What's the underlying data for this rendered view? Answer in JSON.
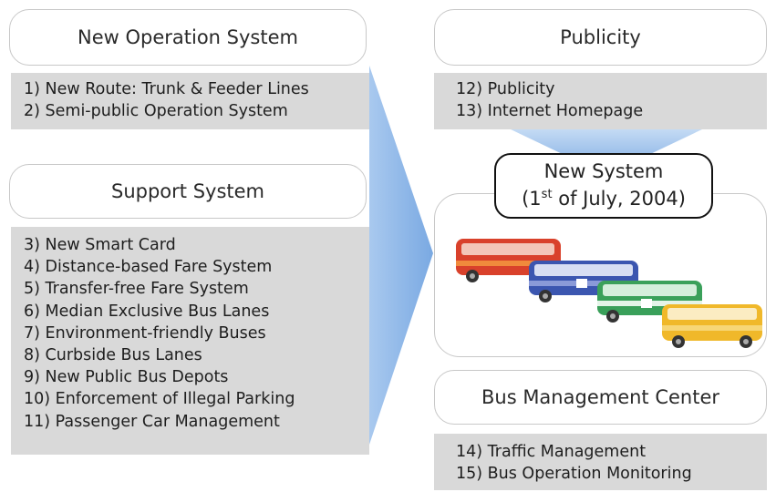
{
  "left": {
    "operation": {
      "title": "New Operation System",
      "items": [
        "1) New Route: Trunk & Feeder Lines",
        "2) Semi-public Operation System"
      ]
    },
    "support": {
      "title": "Support System",
      "items": [
        "3) New Smart Card",
        "4) Distance-based Fare System",
        "5) Transfer-free Fare System",
        "6) Median Exclusive Bus Lanes",
        "7) Environment-friendly Buses",
        "8) Curbside Bus Lanes",
        "9) New Public Bus Depots",
        "10) Enforcement of Illegal Parking",
        "11) Passenger Car Management"
      ]
    }
  },
  "right": {
    "publicity": {
      "title": "Publicity",
      "items": [
        "12) Publicity",
        "13) Internet Homepage"
      ]
    },
    "new_system": {
      "line1": "New System",
      "line2_prefix": "(1",
      "line2_sup": "st",
      "line2_suffix": " of July, 2004)"
    },
    "bus_center": {
      "title": "Bus Management Center",
      "items": [
        "14) Traffic Management",
        "15) Bus Operation Monitoring"
      ]
    }
  },
  "colors": {
    "arrow": "#8ab4e6",
    "gray_box": "#d9d9d9",
    "bus_red": "#d9412b",
    "bus_blue": "#3b56b0",
    "bus_green": "#3aa05a",
    "bus_yellow": "#f0b82a"
  }
}
